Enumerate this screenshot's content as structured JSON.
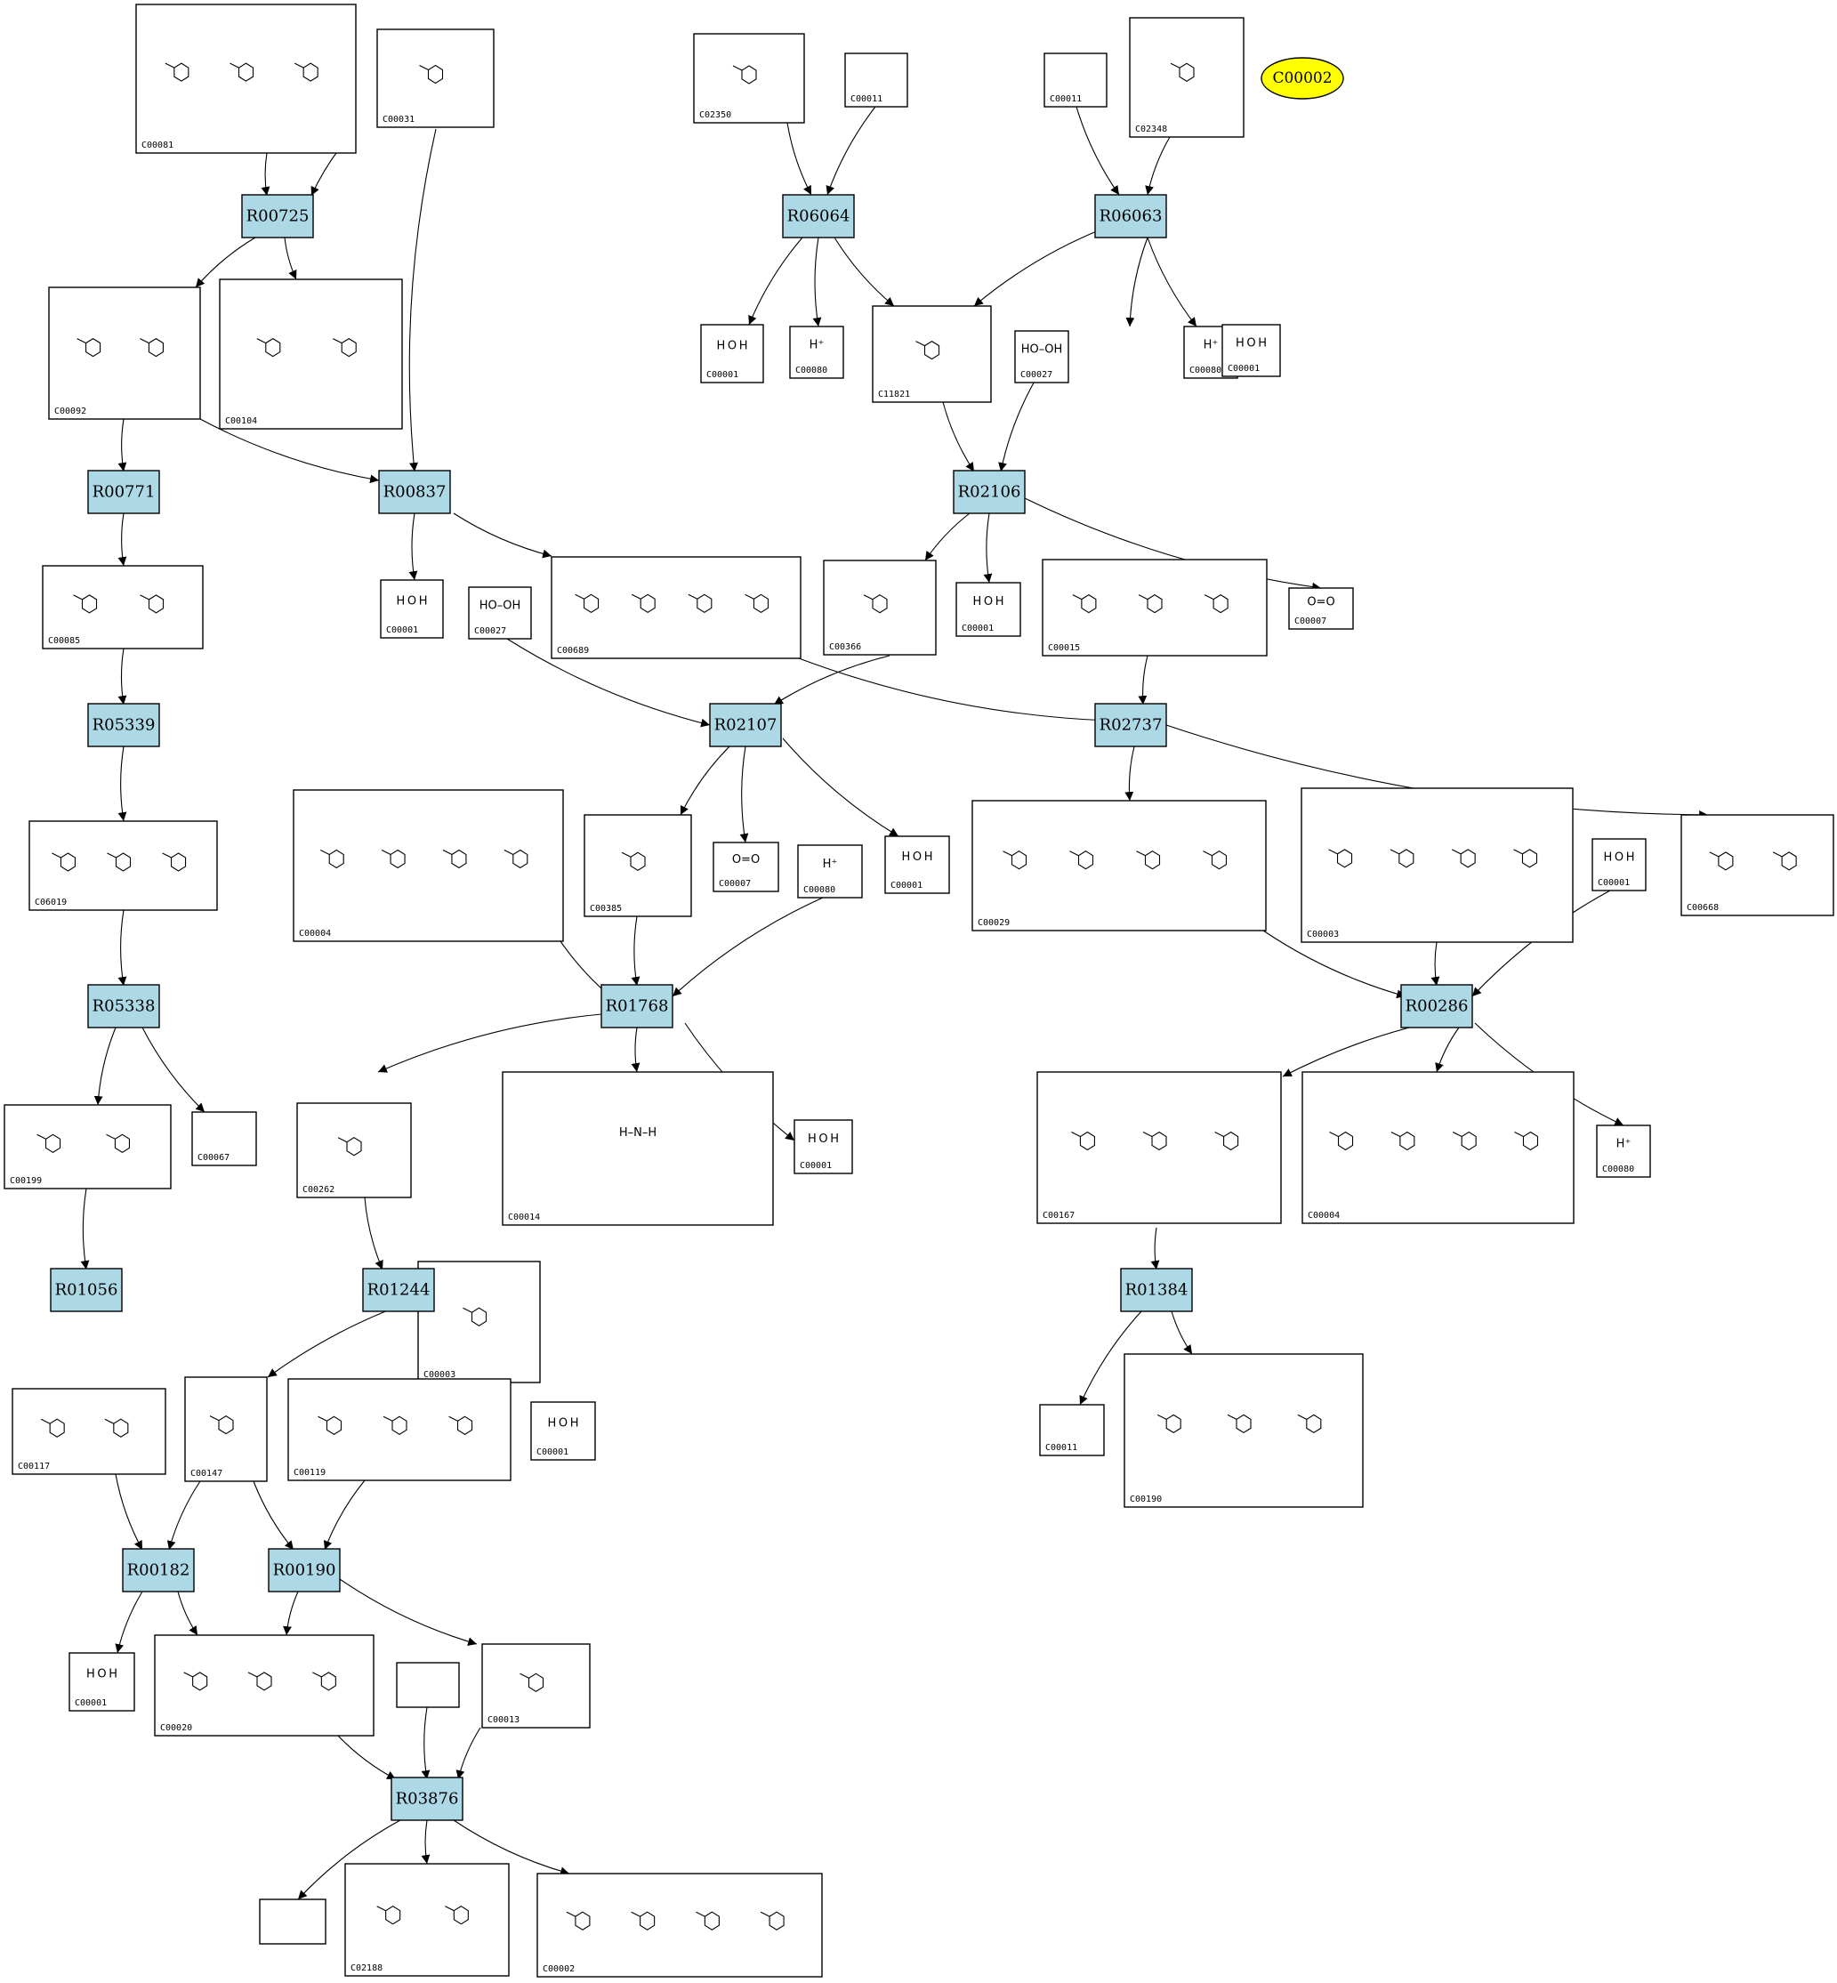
{
  "colors": {
    "reaction_fill": "#add8e6",
    "highlight_fill": "#ffff00",
    "stroke": "#000000",
    "background": "#ffffff"
  },
  "highlight": {
    "id": "C00002"
  },
  "reactions": [
    {
      "id": "R00725"
    },
    {
      "id": "R06064"
    },
    {
      "id": "R06063"
    },
    {
      "id": "R00771"
    },
    {
      "id": "R00837"
    },
    {
      "id": "R02106"
    },
    {
      "id": "R05339"
    },
    {
      "id": "R02107"
    },
    {
      "id": "R02737"
    },
    {
      "id": "R05338"
    },
    {
      "id": "R01768"
    },
    {
      "id": "R00286"
    },
    {
      "id": "R01056"
    },
    {
      "id": "R01244"
    },
    {
      "id": "R01384"
    },
    {
      "id": "R00182"
    },
    {
      "id": "R00190"
    },
    {
      "id": "R03876"
    }
  ],
  "compounds": [
    {
      "id": "C00081",
      "formula": ""
    },
    {
      "id": "C00031",
      "formula": ""
    },
    {
      "id": "C02350",
      "formula": ""
    },
    {
      "id": "C00011",
      "formula": ""
    },
    {
      "id": "C00011",
      "formula": ""
    },
    {
      "id": "C02348",
      "formula": ""
    },
    {
      "id": "C00092",
      "formula": ""
    },
    {
      "id": "C00104",
      "formula": ""
    },
    {
      "id": "C00001",
      "formula": "H O H"
    },
    {
      "id": "C00080",
      "formula": "H⁺"
    },
    {
      "id": "C11821",
      "formula": ""
    },
    {
      "id": "C00027",
      "formula": "HO–OH"
    },
    {
      "id": "C00080",
      "formula": "H⁺"
    },
    {
      "id": "C00001",
      "formula": "H O H"
    },
    {
      "id": "C00085",
      "formula": ""
    },
    {
      "id": "C00001",
      "formula": "H O H"
    },
    {
      "id": "C00027",
      "formula": "HO–OH"
    },
    {
      "id": "C00689",
      "formula": ""
    },
    {
      "id": "C00366",
      "formula": ""
    },
    {
      "id": "C00001",
      "formula": "H O H"
    },
    {
      "id": "C00015",
      "formula": ""
    },
    {
      "id": "C00007",
      "formula": "O=O"
    },
    {
      "id": "C06019",
      "formula": ""
    },
    {
      "id": "C00004",
      "formula": ""
    },
    {
      "id": "C00385",
      "formula": ""
    },
    {
      "id": "C00007",
      "formula": "O=O"
    },
    {
      "id": "C00080",
      "formula": "H⁺"
    },
    {
      "id": "C00001",
      "formula": "H O H"
    },
    {
      "id": "C00029",
      "formula": ""
    },
    {
      "id": "C00003",
      "formula": ""
    },
    {
      "id": "C00001",
      "formula": "H O H"
    },
    {
      "id": "C00668",
      "formula": ""
    },
    {
      "id": "C00199",
      "formula": ""
    },
    {
      "id": "C00067",
      "formula": ""
    },
    {
      "id": "C00262",
      "formula": ""
    },
    {
      "id": "C00014",
      "formula": "H–N–H"
    },
    {
      "id": "C00003",
      "formula": ""
    },
    {
      "id": "C00001",
      "formula": "H O H"
    },
    {
      "id": "C00167",
      "formula": ""
    },
    {
      "id": "C00004",
      "formula": ""
    },
    {
      "id": "C00080",
      "formula": "H⁺"
    },
    {
      "id": "C00117",
      "formula": ""
    },
    {
      "id": "C00147",
      "formula": ""
    },
    {
      "id": "C00119",
      "formula": ""
    },
    {
      "id": "C00001",
      "formula": "H O H"
    },
    {
      "id": "C00011",
      "formula": ""
    },
    {
      "id": "C00190",
      "formula": ""
    },
    {
      "id": "C00001",
      "formula": "H O H"
    },
    {
      "id": "C00020",
      "formula": ""
    },
    {
      "id": "",
      "formula": ""
    },
    {
      "id": "C00013",
      "formula": ""
    },
    {
      "id": "",
      "formula": ""
    },
    {
      "id": "C02188",
      "formula": ""
    },
    {
      "id": "C00002",
      "formula": ""
    }
  ]
}
